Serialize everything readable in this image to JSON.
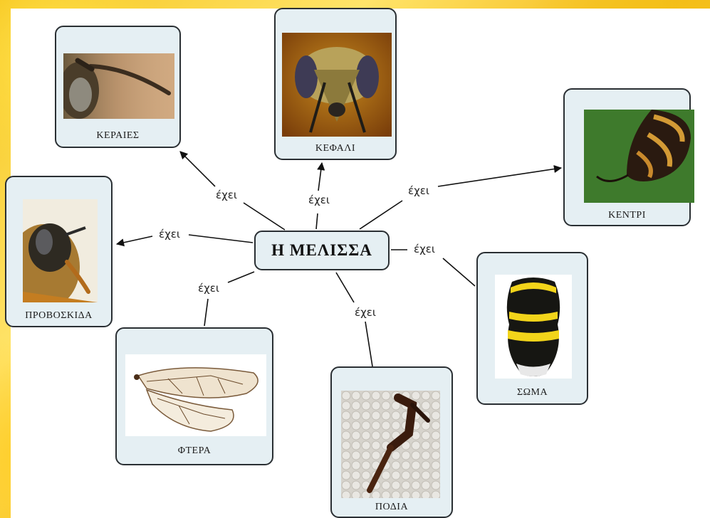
{
  "center": {
    "label": "Η ΜΕΛΙΣΣΑ"
  },
  "relation": "έχει",
  "nodes": {
    "keraies": {
      "label": "ΚΕΡΑΙΕΣ"
    },
    "kefali": {
      "label": "ΚΕΦΑΛΙ"
    },
    "kentri": {
      "label": "ΚΕΝΤΡΙ"
    },
    "proboskida": {
      "label": "ΠΡΟΒΟΣΚΙΔΑ"
    },
    "soma": {
      "label": "ΣΩΜΑ"
    },
    "ftera": {
      "label": "ΦΤΕΡΑ"
    },
    "podia": {
      "label": "ΠΟΔΙΑ"
    }
  },
  "colors": {
    "node_fill": "#e5eff3",
    "border": "#2a2f33",
    "frame": "#f6c51d"
  }
}
